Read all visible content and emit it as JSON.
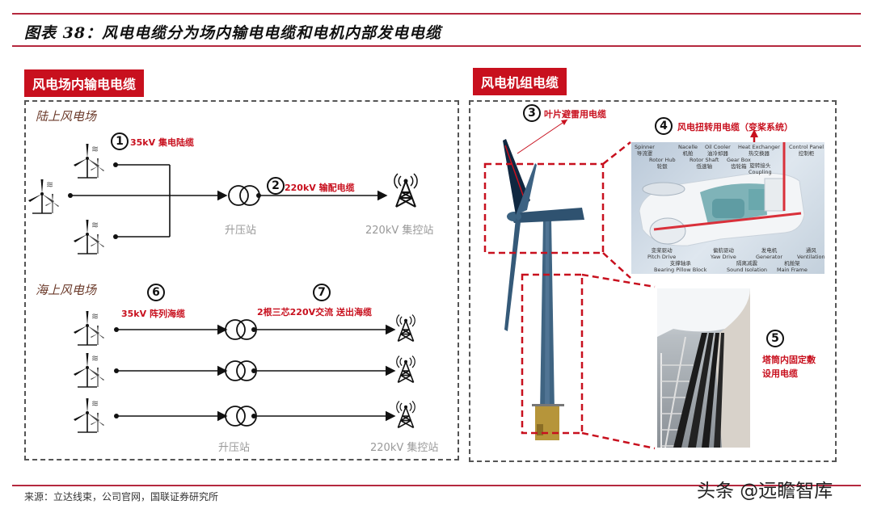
{
  "figure": {
    "title": "图表 38：风电电缆分为场内输电电缆和电机内部发电电缆",
    "source": "来源：立达线束，公司官网，国联证券研究所",
    "watermark": "头条 @远瞻智库",
    "colors": {
      "accent_red": "#c8101e",
      "rule": "#b5283e",
      "tower_blue": "#2e5576"
    }
  },
  "left_panel": {
    "tag": "风电场内输电电缆",
    "onshore": {
      "title": "陆上风电场",
      "cable_1": {
        "num": "1",
        "label": "35kV 集电陆缆"
      },
      "cable_2": {
        "num": "2",
        "label": "220kV 输配电缆"
      },
      "substation_label": "升压站",
      "control_label": "220kV 集控站",
      "turbine_count": 3
    },
    "offshore": {
      "title": "海上风电场",
      "cable_6": {
        "num": "6",
        "label": "35kV 阵列海缆"
      },
      "cable_7": {
        "num": "7",
        "label": "2根三芯220V交流 送出海缆"
      },
      "substation_label": "升压站",
      "control_label": "220kV 集控站",
      "row_count": 3
    }
  },
  "right_panel": {
    "tag": "风电机组电缆",
    "cable_3": {
      "num": "3",
      "label": "叶片避雷用电缆"
    },
    "cable_4": {
      "num": "4",
      "label": "风电扭转用电缆（变桨系统）"
    },
    "cable_5": {
      "num": "5",
      "label_line1": "塔筒内固定敷",
      "label_line2": "设用电缆"
    },
    "nacelle_labels": {
      "spinner": "Spinner",
      "spinner_cn": "导流罩",
      "rotor_hub": "Rotor Hub",
      "rotor_hub_cn": "轮毂",
      "nacelle": "Nacelle",
      "nacelle_cn": "机舱",
      "rotor_shaft": "Rotor Shaft",
      "rotor_shaft_cn": "低速轴",
      "oil_cooler": "Oil Cooler",
      "oil_cooler_cn": "油冷却器",
      "gear_box": "Gear Box",
      "gear_box_cn": "齿轮箱",
      "heat_exchanger": "Heat Exchanger",
      "heat_exchanger_cn": "热交换器",
      "coupling": "Coupling",
      "coupling_cn": "旋转接头",
      "control_panel": "Control Panel",
      "control_panel_cn": "控制柜",
      "pitch_drive": "Pitch Drive",
      "pitch_drive_cn": "变桨驱动",
      "bearing_pillow_block": "Bearing Pillow Block",
      "bearing_pillow_block_cn": "支撑轴承",
      "yaw_drive": "Yaw Drive",
      "yaw_drive_cn": "偏航驱动",
      "sound_isolation": "Sound Isolation",
      "sound_isolation_cn": "隔离减震",
      "generator": "Generator",
      "generator_cn": "发电机",
      "main_frame": "Main Frame",
      "main_frame_cn": "机舱架",
      "ventilation": "Ventilation",
      "ventilation_cn": "通风"
    }
  }
}
